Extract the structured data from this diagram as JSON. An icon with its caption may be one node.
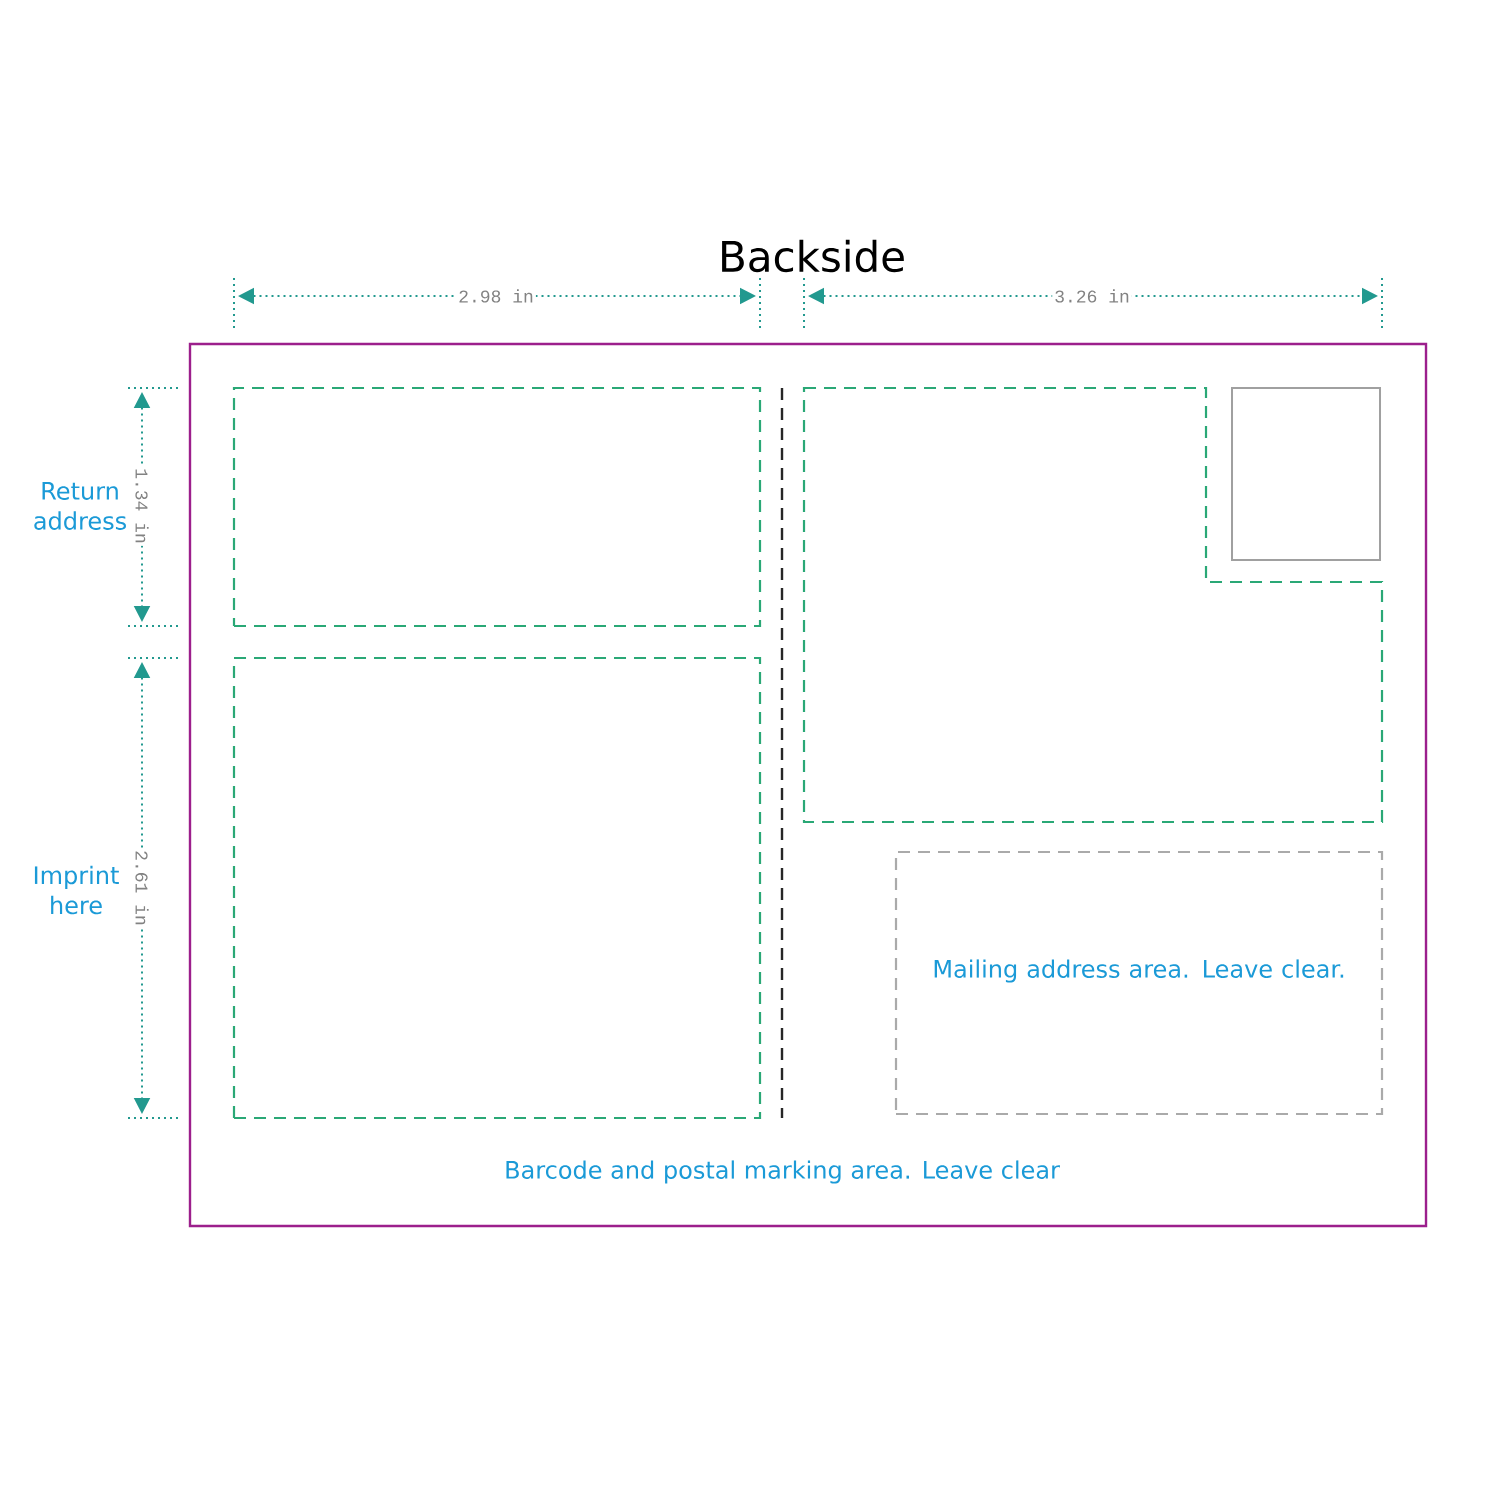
{
  "diagram": {
    "title": "Backside",
    "nodes": [
      {
        "text": [
          "Barcode and postal marking area. Leave clear"
        ]
      },
      {
        "text": [],
        "shape": "box",
        "in": 0
      },
      {
        "text": [],
        "shape": "box",
        "in": 0
      },
      {
        "text": [],
        "shape": "box",
        "in": 0
      },
      {
        "text": [],
        "shape": "box",
        "in": 0
      },
      {
        "text": [
          "Mailing address area. Leave clear."
        ],
        "in": 0
      }
    ],
    "edges": [],
    "labels": [
      "2.98 in",
      "3.26 in",
      "Return address",
      "1.34 in",
      "Imprint here",
      "2.61 in"
    ]
  }
}
